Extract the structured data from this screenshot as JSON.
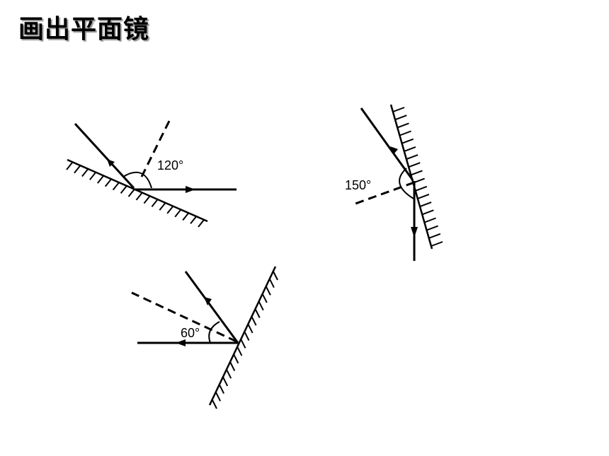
{
  "page": {
    "title": "画出平面镜"
  },
  "figures": [
    {
      "id": "figure-1",
      "angle_label": "120°"
    },
    {
      "id": "figure-2",
      "angle_label": "150°"
    },
    {
      "id": "figure-3",
      "angle_label": "60°"
    }
  ],
  "colors": {
    "ink": "#000000",
    "background": "#ffffff",
    "title_shadow": "#9a9a9a"
  }
}
